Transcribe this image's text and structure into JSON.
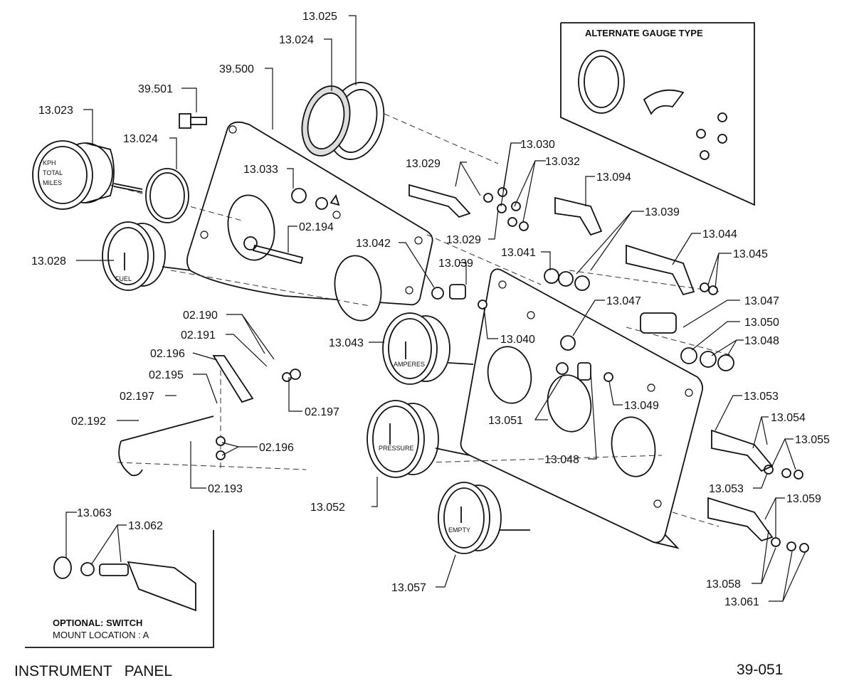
{
  "diagram": {
    "title": "INSTRUMENT   PANEL",
    "page_number": "39-051"
  },
  "insets": {
    "alternate_gauge": {
      "title": "ALTERNATE GAUGE TYPE"
    },
    "optional_switch": {
      "title": "OPTIONAL: SWITCH",
      "subtitle": "MOUNT  LOCATION : A"
    }
  },
  "gauge_faces": {
    "g13023": [
      "KPH",
      "TOTAL",
      "MILES"
    ],
    "g13028": [
      "FUEL"
    ],
    "g13043": [
      "AMPERES"
    ],
    "g13052": [
      "PRESSURE"
    ],
    "g13057": [
      "EMPTY"
    ]
  },
  "callouts": [
    "13.025",
    "13.024",
    "39.500",
    "39.501",
    "13.023",
    "13.024",
    "13.033",
    "02.194",
    "13.028",
    "02.190",
    "02.191",
    "02.196",
    "02.195",
    "02.197",
    "02.192",
    "02.197",
    "02.196",
    "02.193",
    "13.030",
    "13.029",
    "13.032",
    "13.029",
    "13.094",
    "13.039",
    "13.042",
    "13.039",
    "13.041",
    "13.044",
    "13.045",
    "13.043",
    "13.040",
    "13.047",
    "13.047",
    "13.050",
    "13.048",
    "13.051",
    "13.049",
    "13.048",
    "13.053",
    "13.054",
    "13.055",
    "13.053",
    "13.059",
    "13.052",
    "13.057",
    "13.058",
    "13.061",
    "13.063",
    "13.062"
  ]
}
